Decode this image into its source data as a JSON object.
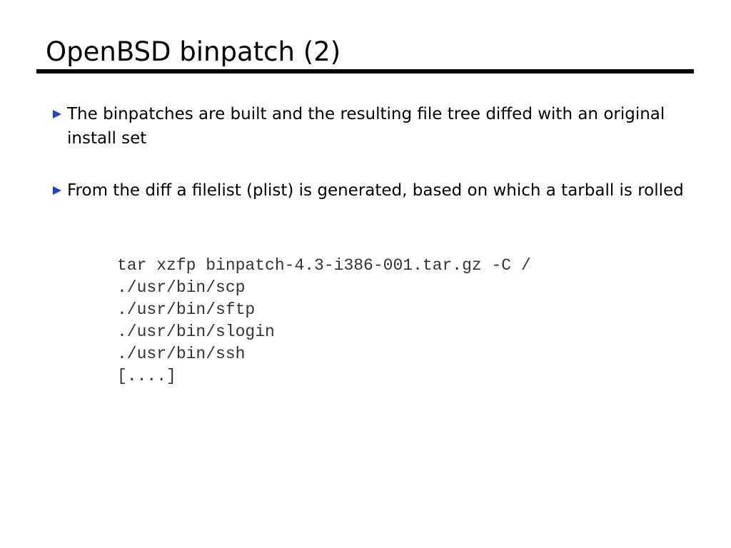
{
  "slide": {
    "title": "OpenBSD binpatch (2)",
    "bullets": [
      {
        "text": "The binpatches are built and the resulting file tree diffed with an original install set",
        "icon": "blue-triangle-bullet-icon"
      },
      {
        "text": "From the diff a filelist (plist) is generated, based on which a tarball is rolled",
        "icon": "blue-triangle-bullet-icon"
      }
    ],
    "code_lines": [
      "tar xzfp binpatch-4.3-i386-001.tar.gz -C /",
      "./usr/bin/scp",
      "./usr/bin/sftp",
      "./usr/bin/slogin",
      "./usr/bin/ssh",
      "[....]"
    ],
    "colors": {
      "bullet_arrow": "#1f3fd6",
      "text": "#000000",
      "code_text": "#333333",
      "rule": "#000000"
    }
  }
}
